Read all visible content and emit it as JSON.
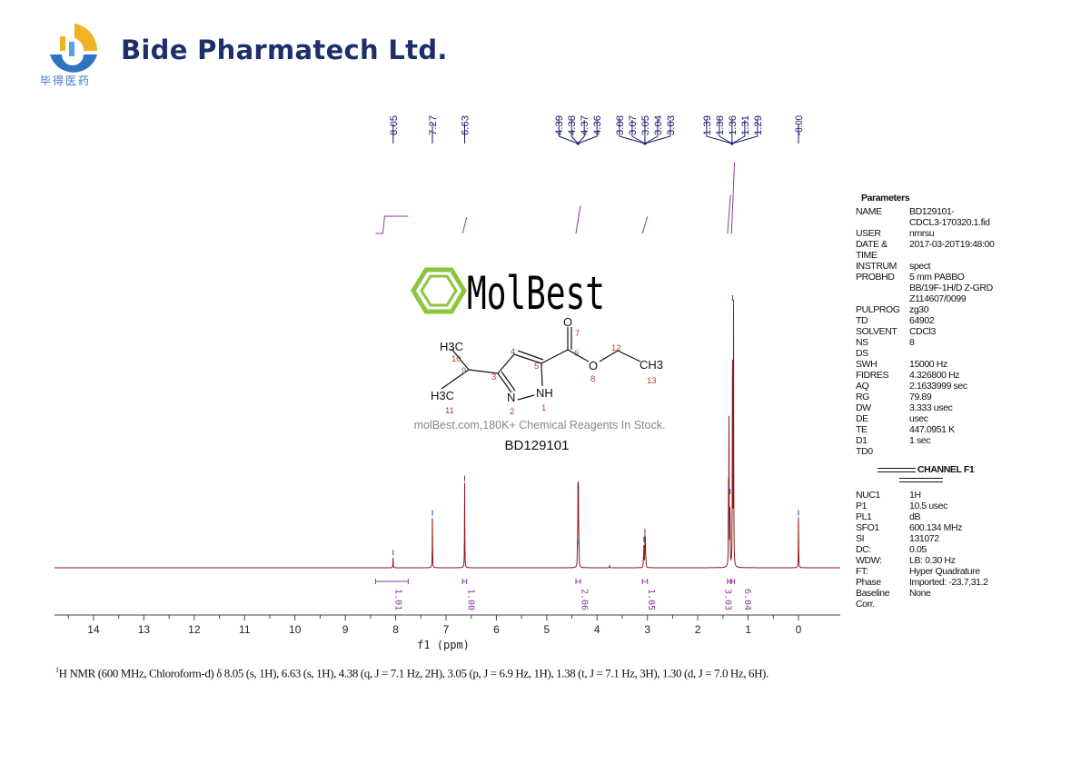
{
  "header": {
    "company": "Bide Pharmatech Ltd.",
    "company_cn": "毕得医药",
    "logo_colors": {
      "blue": "#2f73c4",
      "gold": "#f0b323"
    }
  },
  "watermark": {
    "logo_text": "MolBest",
    "tagline": "molBest.com,180K+ Chemical Reagents In Stock.",
    "logo_color": "#8cc63f"
  },
  "structure": {
    "compound_id": "BD129101",
    "atoms": {
      "n1": "NH",
      "n2": "N",
      "o7": "O",
      "o8": "O",
      "c10": "H3C",
      "c11": "H3C",
      "c13": "CH3"
    },
    "numbers": [
      "1",
      "2",
      "3",
      "4",
      "5",
      "6",
      "7",
      "8",
      "9",
      "10",
      "11",
      "12",
      "13"
    ]
  },
  "parameters": {
    "title": "Parameters",
    "rows": [
      [
        "NAME",
        "BD129101-"
      ],
      [
        "",
        "CDCL3-170320.1.fid"
      ],
      [
        "USER",
        "nmrsu"
      ],
      [
        "DATE &",
        "2017-03-20T19:48:00"
      ],
      [
        "TIME",
        ""
      ],
      [
        "INSTRUM",
        "spect"
      ],
      [
        "PROBHD",
        "5 mm PABBO"
      ],
      [
        "",
        "BB/19F-1H/D Z-GRD"
      ],
      [
        "",
        "Z114607/0099"
      ],
      [
        "PULPROG",
        "zg30"
      ],
      [
        "TD",
        "64902"
      ],
      [
        "SOLVENT",
        "CDCl3"
      ],
      [
        "NS",
        "8"
      ],
      [
        "DS",
        ""
      ],
      [
        "SWH",
        "15000 Hz"
      ],
      [
        "FIDRES",
        "4.326800 Hz"
      ],
      [
        "AQ",
        "2.1633999 sec"
      ],
      [
        "RG",
        "79.89"
      ],
      [
        "DW",
        "3.333 usec"
      ],
      [
        "DE",
        "usec"
      ],
      [
        "TE",
        "447.0951 K"
      ],
      [
        "D1",
        "1 sec"
      ],
      [
        "TD0",
        ""
      ]
    ],
    "channel_title": "CHANNEL F1",
    "channel_rows": [
      [
        "NUC1",
        "1H"
      ],
      [
        "P1",
        "10.5 usec"
      ],
      [
        "PL1",
        "dB"
      ],
      [
        "SFO1",
        "600.134 MHz"
      ],
      [
        "SI",
        "131072"
      ],
      [
        "DC:",
        "0.05"
      ],
      [
        "WDW:",
        "LB: 0.30 Hz"
      ],
      [
        "FT:",
        "Hyper Quadrature"
      ],
      [
        "Phase",
        "Imported: -23.7,31.2"
      ],
      [
        "Baseline",
        "None"
      ],
      [
        "Corr.",
        ""
      ]
    ]
  },
  "chart_data": {
    "type": "line",
    "xlabel": "f1 (ppm)",
    "xlim": [
      14.8,
      -0.8
    ],
    "x_reversed": true,
    "x_ticks": [
      "14",
      "13",
      "12",
      "11",
      "10",
      "9",
      "8",
      "7",
      "6",
      "5",
      "4",
      "3",
      "2",
      "1",
      "0"
    ],
    "line_color": "#8b1a1a",
    "annotation_color": "#1a1a6e",
    "integral_color": "#8e3a9e",
    "peaks": [
      {
        "ppm": 8.05,
        "rel_intensity": 0.04
      },
      {
        "ppm": 7.27,
        "rel_intensity": 0.19
      },
      {
        "ppm": 6.63,
        "rel_intensity": 0.32
      },
      {
        "ppm": 4.39,
        "rel_intensity": 0.07
      },
      {
        "ppm": 4.38,
        "rel_intensity": 0.29
      },
      {
        "ppm": 4.37,
        "rel_intensity": 0.28
      },
      {
        "ppm": 4.36,
        "rel_intensity": 0.08
      },
      {
        "ppm": 3.75,
        "rel_intensity": 0.01
      },
      {
        "ppm": 3.08,
        "rel_intensity": 0.03
      },
      {
        "ppm": 3.07,
        "rel_intensity": 0.09
      },
      {
        "ppm": 3.05,
        "rel_intensity": 0.12
      },
      {
        "ppm": 3.04,
        "rel_intensity": 0.09
      },
      {
        "ppm": 3.03,
        "rel_intensity": 0.03
      },
      {
        "ppm": 1.39,
        "rel_intensity": 0.28
      },
      {
        "ppm": 1.38,
        "rel_intensity": 0.53
      },
      {
        "ppm": 1.36,
        "rel_intensity": 0.27
      },
      {
        "ppm": 1.31,
        "rel_intensity": 1.0
      },
      {
        "ppm": 1.29,
        "rel_intensity": 0.98
      },
      {
        "ppm": 0.0,
        "rel_intensity": 0.19
      }
    ],
    "peak_labels": [
      {
        "group": [
          "8.05"
        ],
        "center": 8.05
      },
      {
        "group": [
          "7.27"
        ],
        "center": 7.27
      },
      {
        "group": [
          "6.63"
        ],
        "center": 6.63
      },
      {
        "group": [
          "4.39",
          "4.38",
          "4.37",
          "4.36"
        ],
        "center": 4.38
      },
      {
        "group": [
          "3.08",
          "3.07",
          "3.05",
          "3.04",
          "3.03"
        ],
        "center": 3.05
      },
      {
        "group": [
          "1.39",
          "1.38",
          "1.36",
          "1.31",
          "1.29"
        ],
        "center": 1.32
      },
      {
        "group": [
          "-0.00"
        ],
        "center": 0.0
      }
    ],
    "integrals": [
      {
        "from": 8.4,
        "to": 7.75,
        "value": "1.01"
      },
      {
        "from": 6.67,
        "to": 6.59,
        "value": "1.00"
      },
      {
        "from": 4.42,
        "to": 4.33,
        "value": "2.06"
      },
      {
        "from": 3.1,
        "to": 3.0,
        "value": "1.05"
      },
      {
        "from": 1.41,
        "to": 1.35,
        "value": "3.03"
      },
      {
        "from": 1.33,
        "to": 1.27,
        "value": "6.04"
      }
    ]
  },
  "caption": {
    "sup": "1",
    "text": "H NMR (600 MHz, Chloroform-d) δ 8.05 (s, 1H), 6.63 (s, 1H), 4.38 (q, J = 7.1 Hz, 2H), 3.05 (p, J = 6.9 Hz, 1H), 1.38 (t, J = 7.1 Hz, 3H), 1.30 (d, J = 7.0 Hz, 6H)."
  }
}
